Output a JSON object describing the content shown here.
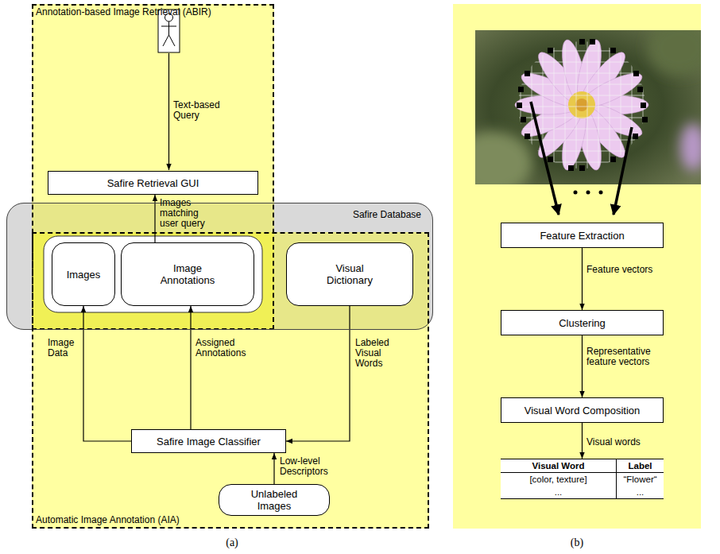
{
  "diagram": {
    "nodes": [
      {
        "text": [
          "Annotation-based Image Retrieval (ABIR)"
        ]
      },
      {
        "text": [
          "Safire Retrieval GUI"
        ],
        "in": 0
      },
      {
        "text": [
          "Safire Database"
        ]
      },
      {
        "text": [
          "Images"
        ],
        "in": 2
      },
      {
        "text": [
          "Image Annotations"
        ],
        "in": 2
      },
      {
        "text": [
          "Visual Dictionary"
        ],
        "in": 2
      },
      {
        "text": [
          "Automatic Image Annotation (AIA)"
        ]
      },
      {
        "text": [
          "Safire Image Classifier"
        ],
        "in": 6
      },
      {
        "text": [
          "Unlabeled Images"
        ],
        "in": 6
      },
      {
        "text": [
          "Feature Extraction"
        ]
      },
      {
        "text": [
          "Clustering"
        ]
      },
      {
        "text": [
          "Visual Word Composition"
        ]
      },
      {
        "text": [
          "Visual Word",
          "Label",
          "[color, texture]",
          "“Flower“",
          "...",
          "..."
        ]
      }
    ],
    "edges": [
      {
        "from": 4,
        "to": 1,
        "label": "Images matching user query",
        "arrow": "to"
      },
      {
        "from": 7,
        "to": 3,
        "label": "Image Data",
        "arrow": "to"
      },
      {
        "from": 7,
        "to": 4,
        "label": "Assigned Annotations",
        "arrow": "to"
      },
      {
        "from": 5,
        "to": 7,
        "label": "Labeled Visual Words",
        "arrow": "to"
      },
      {
        "from": 8,
        "to": 7,
        "label": "Low-level Descriptors",
        "arrow": "to"
      },
      {
        "from": 9,
        "to": 10,
        "label": "Feature vectors",
        "arrow": "to"
      },
      {
        "from": 10,
        "to": 11,
        "label": "Representative feature vectors",
        "arrow": "to"
      },
      {
        "from": 11,
        "to": 12,
        "label": "Visual words",
        "arrow": "to"
      }
    ],
    "labels": [
      "Text-based Query",
      "(a)",
      "(b)"
    ]
  }
}
